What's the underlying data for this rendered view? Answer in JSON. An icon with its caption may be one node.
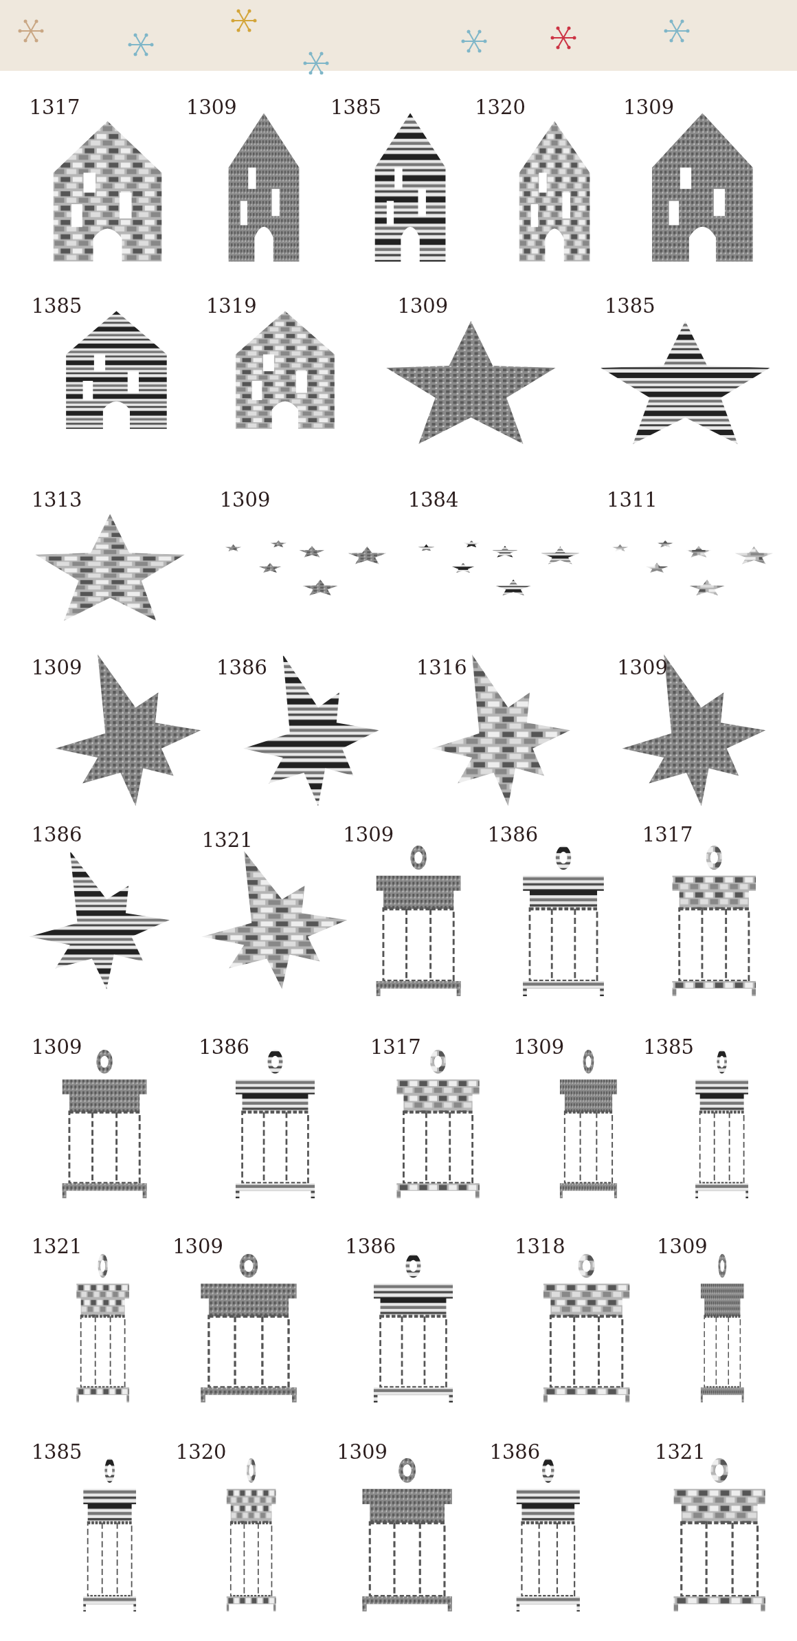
{
  "diagram": {
    "labels": [
      "1317",
      "1309",
      "1385",
      "1320",
      "1309",
      "1385",
      "1319",
      "1309",
      "1385",
      "1313",
      "1309",
      "1384",
      "1311",
      "1309",
      "1386",
      "1316",
      "1309",
      "1386",
      "1321",
      "1309",
      "1386",
      "1317",
      "1309",
      "1386",
      "1317",
      "1309",
      "1385",
      "1321",
      "1309",
      "1386",
      "1318",
      "1309",
      "1385",
      "1320",
      "1309",
      "1386",
      "1321"
    ]
  }
}
